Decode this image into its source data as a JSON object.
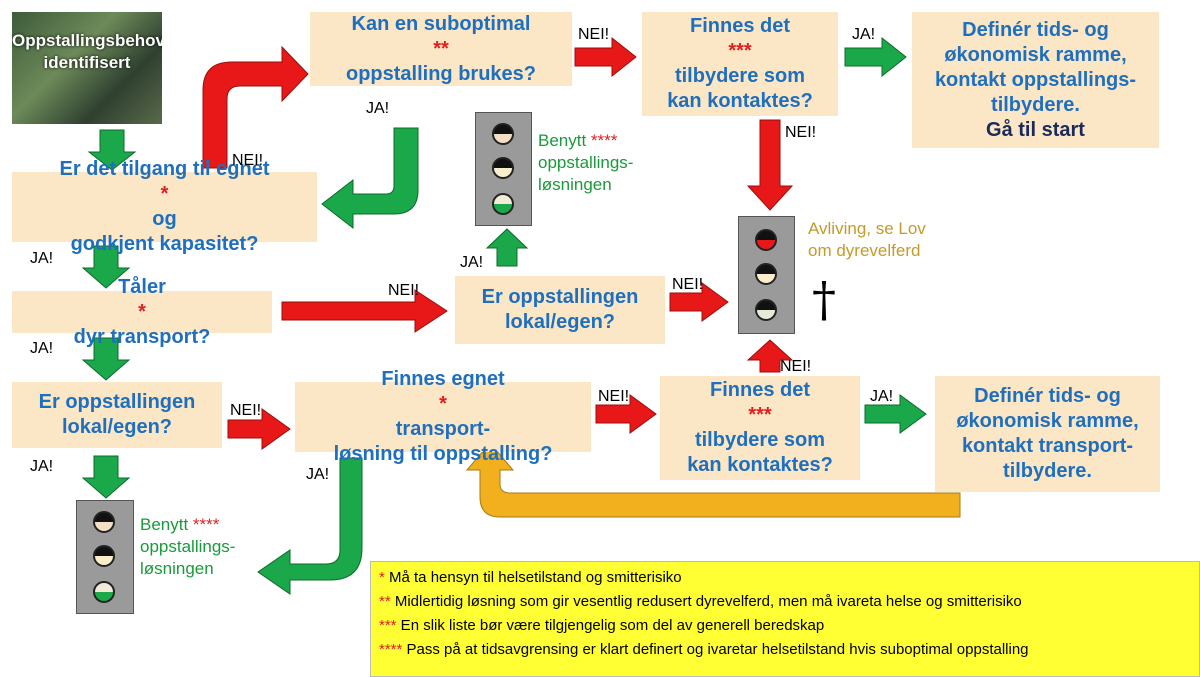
{
  "start": {
    "line1": "Oppstallingsbehov",
    "line2": "identifisert"
  },
  "boxes": {
    "suboptimal": {
      "l1": "Kan en suboptimal",
      "l1_mark": "**",
      "l2": "oppstalling brukes?"
    },
    "finnes_tilbydere_top": {
      "l1": "Finnes det ",
      "l1_mark": "***",
      "l2": "tilbydere som",
      "l3": "kan kontaktes?"
    },
    "definer_top": {
      "l1": "Definér tids- og",
      "l2": "økonomisk ramme,",
      "l3": "kontakt oppstallings-",
      "l4a": "tilbydere. ",
      "l4b": "Gå til start"
    },
    "tilgang": {
      "l1a": "Er det tilgang til egnet",
      "l1_mark": "*",
      "l1b": " og",
      "l2": "godkjent kapasitet?"
    },
    "taler": {
      "l1a": "Tåler",
      "l1_mark": "*",
      "l1b": " dyr transport?"
    },
    "oppst_mid": {
      "l1": "Er oppstallingen",
      "l2": "lokal/egen?"
    },
    "oppst_left": {
      "l1": "Er oppstallingen",
      "l2": "lokal/egen?"
    },
    "transport": {
      "l1a": "Finnes egnet",
      "l1_mark": "*",
      "l1b": " transport-",
      "l2": "løsning til oppstalling?"
    },
    "finnes_tilbydere_bot": {
      "l1": "Finnes det ",
      "l1_mark": "***",
      "l2": "tilbydere som",
      "l3": "kan kontaktes?"
    },
    "definer_bot": {
      "l1": "Definér tids- og",
      "l2": "økonomisk ramme,",
      "l3": "kontakt transport-",
      "l4": "tilbydere."
    }
  },
  "labels": {
    "nei": "NEI!",
    "ja": "JA!"
  },
  "notes": {
    "benytt_top": {
      "l1": "Benytt ",
      "mark": "****",
      "l2": "oppstallings-",
      "l3": "løsningen"
    },
    "benytt_bot": {
      "l1": "Benytt ",
      "mark": "****",
      "l2": "oppstallings-",
      "l3": "løsningen"
    },
    "avliving": {
      "l1": "Avliving, se Lov",
      "l2": "om dyrevelferd"
    },
    "cross": "†"
  },
  "legend": [
    {
      "mark": "*",
      "text": " Må ta hensyn til helsetilstand og smitterisiko"
    },
    {
      "mark": "**",
      "text": " Midlertidig løsning som gir vesentlig redusert dyrevelferd, men må ivareta helse og smitterisiko"
    },
    {
      "mark": "***",
      "text": " En slik liste bør være tilgjengelig som del av generell beredskap"
    },
    {
      "mark": "****",
      "text": " Pass på at tidsavgrensing er klart definert og ivaretar helsetilstand hvis suboptimal oppstalling"
    }
  ],
  "colors": {
    "box_bg": "#fbe6c5",
    "box_text": "#1f6fbf",
    "arrow_red": "#e81818",
    "arrow_green": "#1aa84a",
    "arrow_gold": "#f2b01e",
    "legend_bg": "#ffff33"
  }
}
